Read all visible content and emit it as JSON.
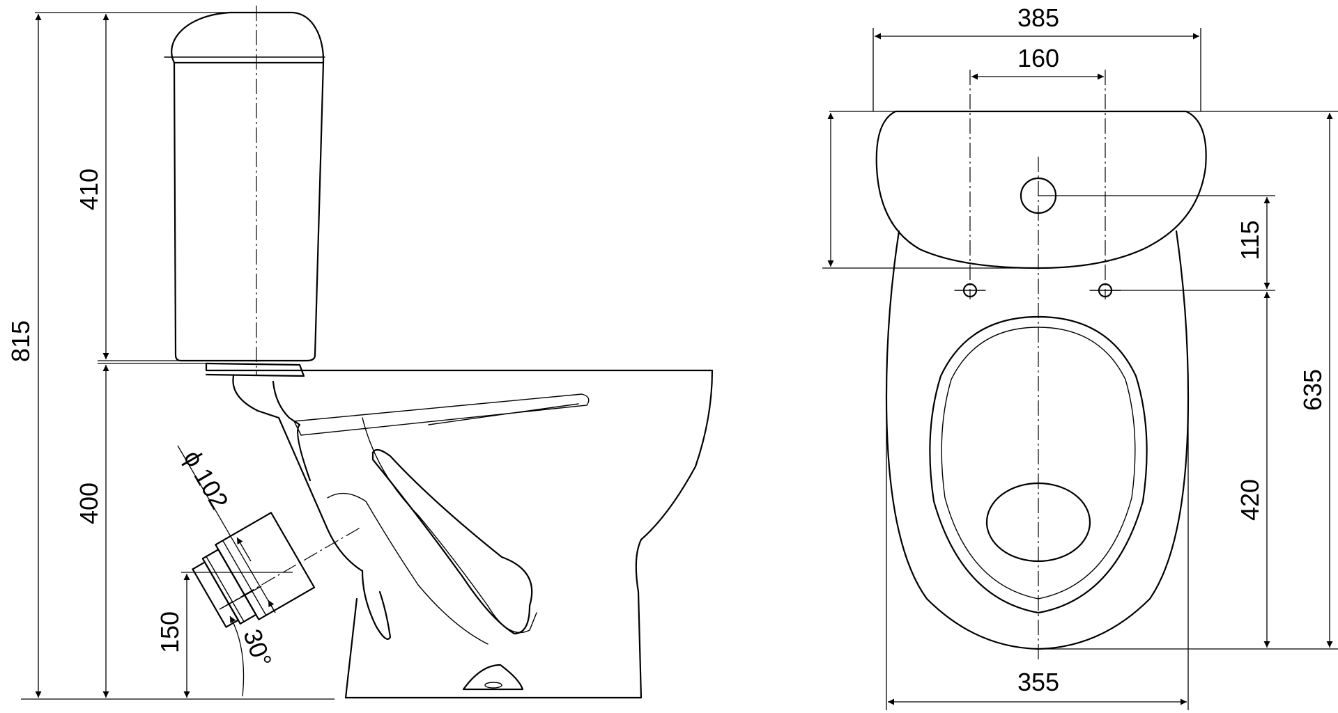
{
  "drawing": {
    "side_view": {
      "dimensions": {
        "total_height": "815",
        "cistern_height": "410",
        "bowl_height": "400",
        "outlet_height": "150",
        "outlet_diameter": "ϕ 102",
        "outlet_angle": "30°"
      }
    },
    "top_view": {
      "dimensions": {
        "cistern_width": "385",
        "fixing_spacing": "160",
        "fixing_offset": "115",
        "total_depth": "635",
        "bowl_depth": "420",
        "bowl_width": "355"
      }
    }
  }
}
